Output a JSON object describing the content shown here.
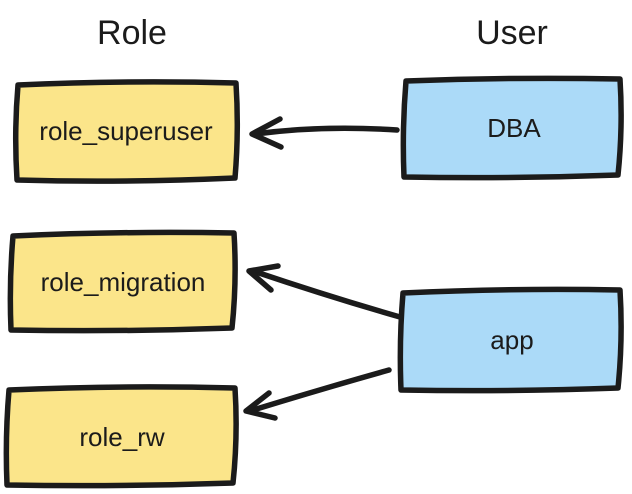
{
  "diagram": {
    "background_color": "#ffffff",
    "stroke_color": "#1b1b1b",
    "columns": [
      {
        "id": "role",
        "title": "Role"
      },
      {
        "id": "user",
        "title": "User"
      }
    ],
    "nodes": [
      {
        "id": "role_superuser",
        "label": "role_superuser",
        "column": "Role",
        "fill": "#fbe58a"
      },
      {
        "id": "dba",
        "label": "DBA",
        "column": "User",
        "fill": "#abdaf8"
      },
      {
        "id": "role_migration",
        "label": "role_migration",
        "column": "Role",
        "fill": "#fbe58a"
      },
      {
        "id": "app",
        "label": "app",
        "column": "User",
        "fill": "#abdaf8"
      },
      {
        "id": "role_rw",
        "label": "role_rw",
        "column": "Role",
        "fill": "#fbe58a"
      }
    ],
    "edges": [
      {
        "from": "DBA",
        "to": "role_superuser"
      },
      {
        "from": "app",
        "to": "role_migration"
      },
      {
        "from": "app",
        "to": "role_rw"
      }
    ]
  }
}
